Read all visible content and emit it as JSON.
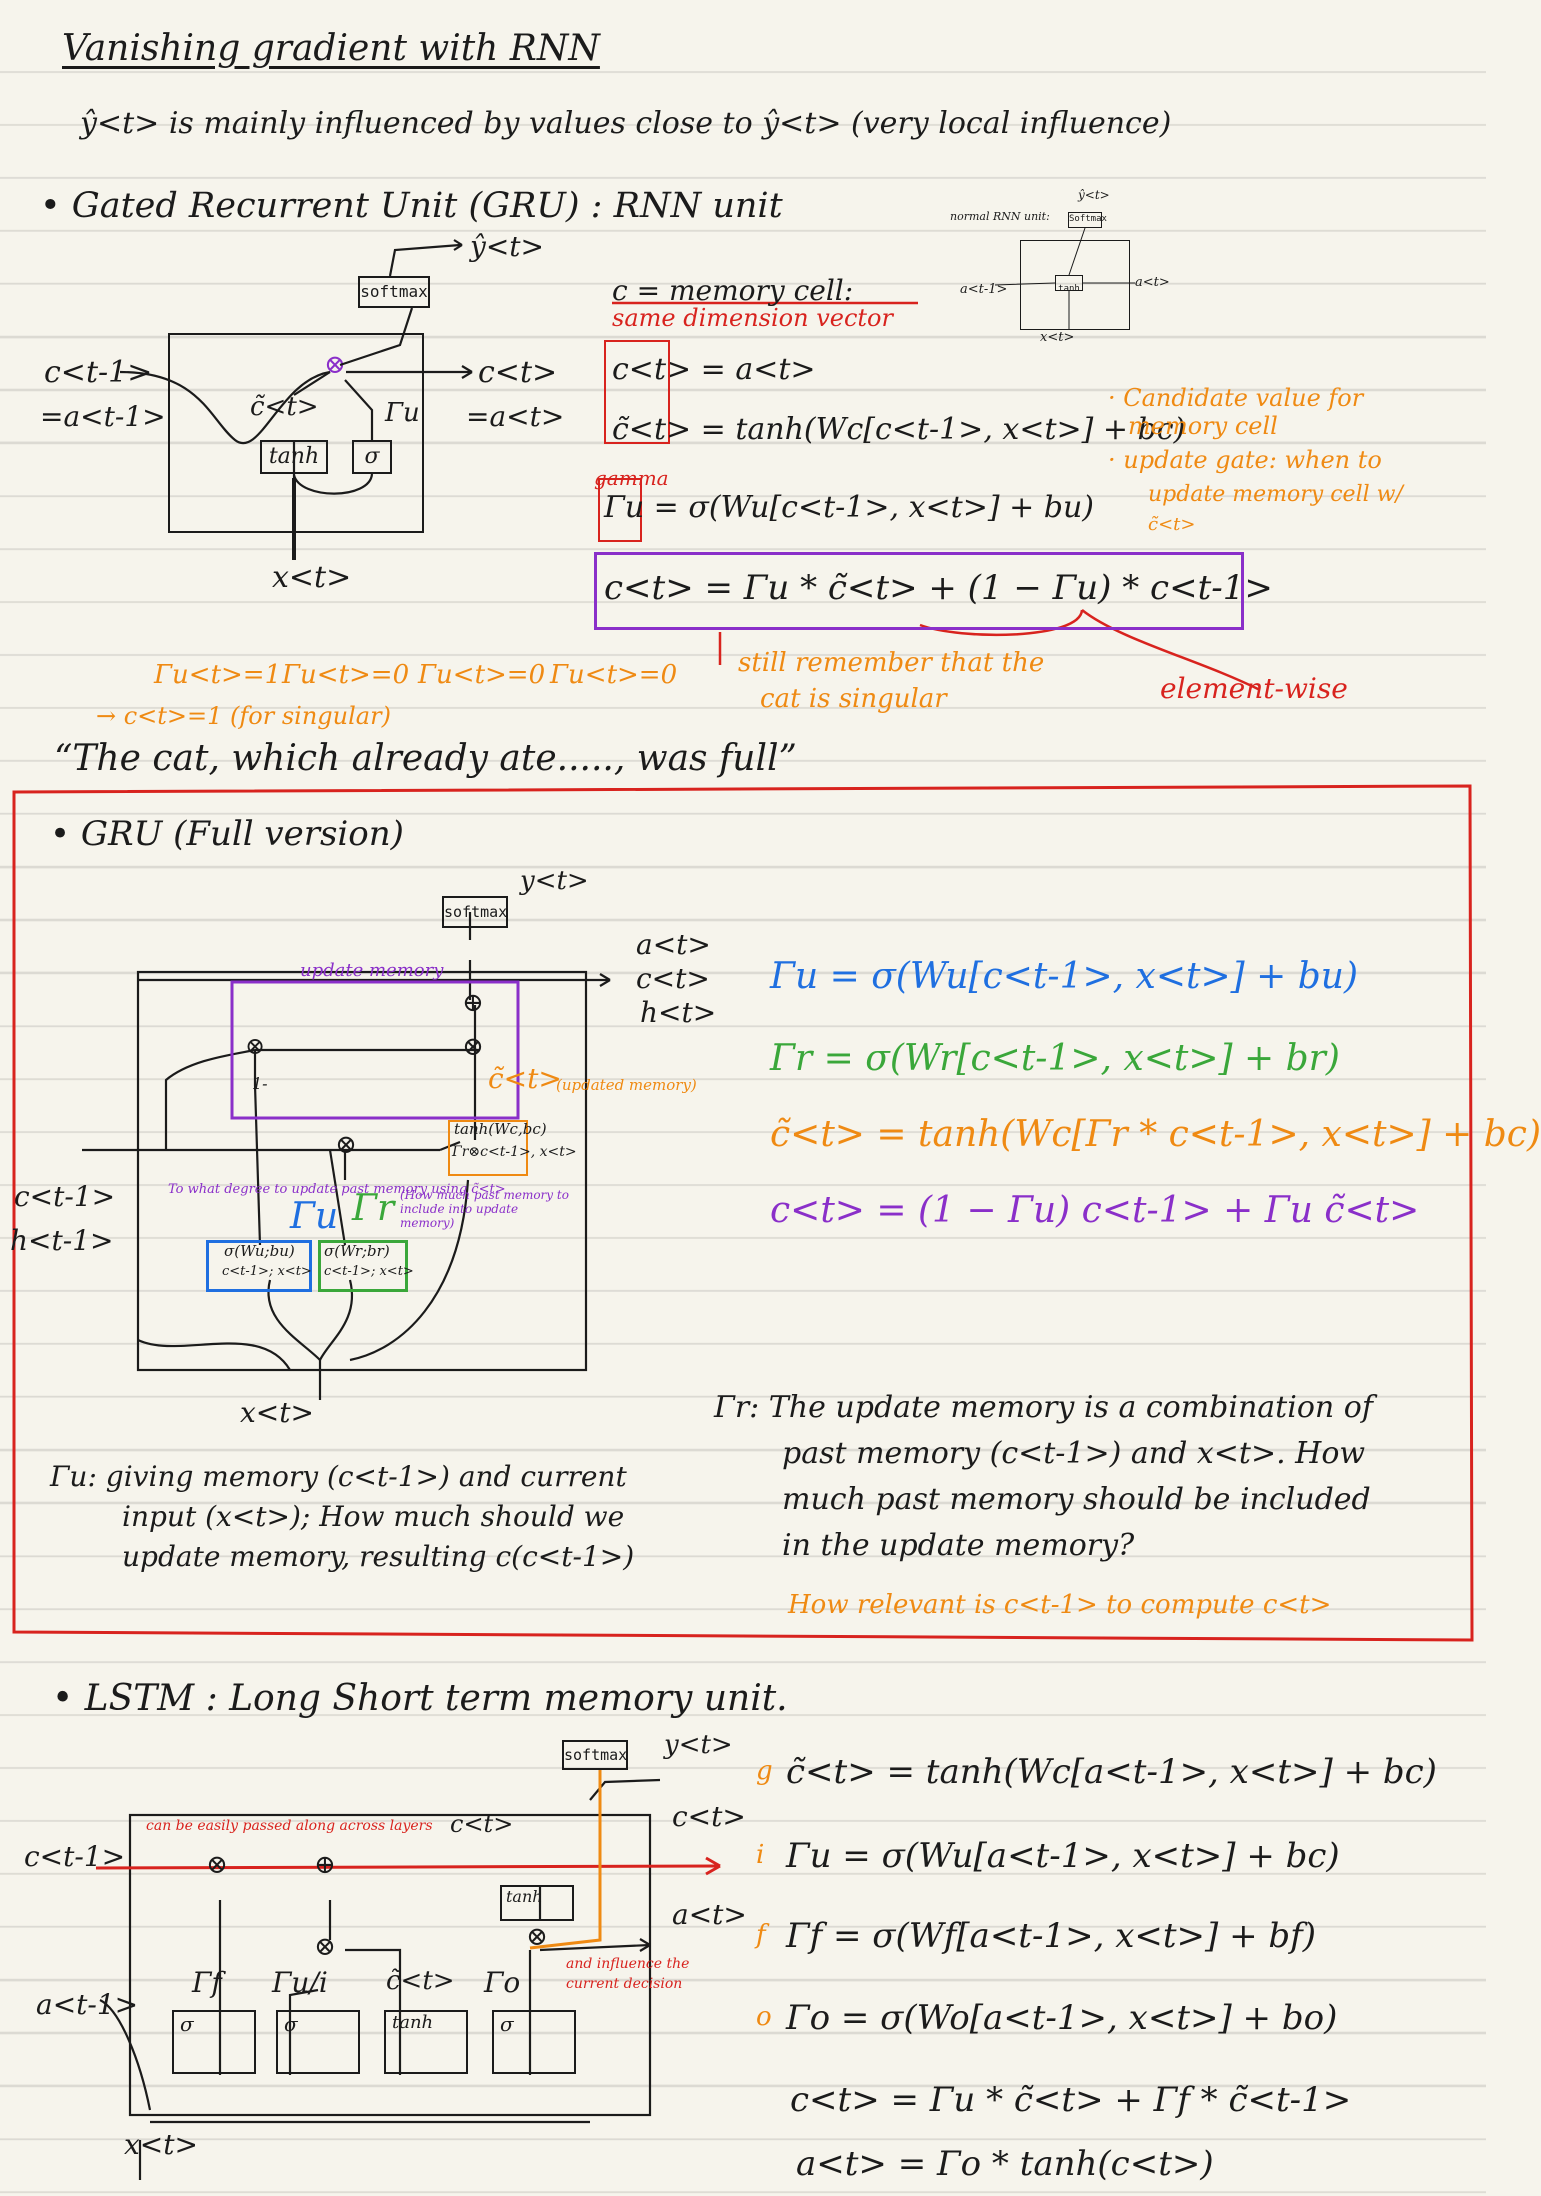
{
  "colors": {
    "ink": "#1b1b1b",
    "red": "#d8231e",
    "orange": "#ef8a13",
    "purple": "#8a2fc9",
    "blue": "#1f6fe0",
    "green": "#3aa73a",
    "paper": "#f6f4ec"
  },
  "title": "Vanishing gradient with RNN",
  "intro": "ŷ<t> is mainly influenced by values close to ŷ<t> (very local influence)",
  "gru": {
    "heading": "• Gated Recurrent Unit (GRU) : RNN unit",
    "diagram": {
      "softmax": "softmax",
      "y_out": "ŷ<t>",
      "c_prev": "c<t-1>",
      "a_prev": "=a<t-1>",
      "c_out": "c<t>",
      "a_out": "=a<t>",
      "c_tilde": "c̃<t>",
      "gamma_u": "Γu",
      "tanh": "tanh",
      "sigma": "σ",
      "x_in": "x<t>",
      "times": "⊗"
    },
    "normal_rnn": {
      "label": "normal RNN unit:",
      "softmax": "Softmax",
      "tanh": "tanh",
      "a_prev": "a<t-1>",
      "a_out": "a<t>",
      "x_in": "x<t>",
      "y_out": "ŷ<t>"
    },
    "memory_cell": "c = memory cell:",
    "same_dim": "same dimension vector",
    "eq1": "c<t> = a<t>",
    "eq2": "c̃<t> = tanh(Wc[c<t-1>, x<t>] + bc)",
    "gamma_label": "gamma",
    "eq3": "Γu = σ(Wu[c<t-1>, x<t>] + bu)",
    "eq4": "c<t> = Γu * c̃<t> + (1 − Γu) * c<t-1>",
    "note_candidate": "· Candidate value for",
    "note_candidate2": "memory cell",
    "note_update": "· update gate: when to",
    "note_update2": "update memory cell w/",
    "note_update3": "c̃<t>",
    "element_wise": "element-wise",
    "still_remember": "still remember that the",
    "cat_singular": "cat is singular",
    "gamma_values": [
      "Γu<t>=1",
      "Γu<t>=0",
      "Γu<t>=0",
      "Γu<t>=0"
    ],
    "c_singular": "→ c<t>=1 (for singular)",
    "sentence": "“The cat, which already ate....., was full”"
  },
  "gru_full": {
    "heading": "• GRU (Full version)",
    "softmax": "softmax",
    "y_out": "y<t>",
    "a_out": "a<t>",
    "c_out": "c<t>",
    "h_out": "h<t>",
    "update_memory": "update memory",
    "c_tilde": "c̃<t>",
    "updated_memory": "(updated memory)",
    "tanh_box": "tanh(Wc,bc)",
    "tanh_box2": "Γr⊗c<t-1>, x<t>",
    "degree_note": "To what degree to update past memory using c̃<t>",
    "gamma_u": "Γu",
    "gamma_r": "Γr",
    "how_much_note": "(How much past memory to include into update memory)",
    "sig_u": "σ(Wu;bu)",
    "sig_u2": "c<t-1>; x<t>",
    "sig_r": "σ(Wr;br)",
    "sig_r2": "c<t-1>; x<t>",
    "c_prev": "c<t-1>",
    "h_prev": "h<t-1>",
    "x_in": "x<t>",
    "one_minus": "1-",
    "eq_u": "Γu = σ(Wu[c<t-1>, x<t>] + bu)",
    "eq_r": "Γr = σ(Wr[c<t-1>, x<t>] + br)",
    "eq_ct": "c̃<t> = tanh(Wc[Γr * c<t-1>, x<t>] + bc)",
    "eq_c": "c<t> = (1 − Γu) c<t-1> + Γu c̃<t>",
    "gu_text": [
      "Γu: giving memory (c<t-1>) and current",
      "input (x<t>); How much should we",
      "update memory, resulting c(c<t-1>)"
    ],
    "gr_text": [
      "Γr: The update memory is a combination of",
      "past memory (c<t-1>) and x<t>. How",
      "much past memory should be included",
      "in the update memory?"
    ],
    "gr_orange": "How relevant is c<t-1> to compute c<t>"
  },
  "lstm": {
    "heading": "• LSTM : Long Short term memory unit.",
    "softmax": "softmax",
    "y_out": "y<t>",
    "c_prev": "c<t-1>",
    "c_mid": "c<t>",
    "c_out": "c<t>",
    "a_out": "a<t>",
    "a_prev": "a<t-1>",
    "x_in": "x<t>",
    "red_note": "can be easily passed along across layers",
    "orange_note": "and influence the",
    "orange_note2": "current decision",
    "gates": [
      "Γf",
      "Γu/i",
      "c̃<t>",
      "Γo"
    ],
    "boxes": [
      "σ",
      "σ",
      "tanh",
      "σ"
    ],
    "tanh": "tanh",
    "letters": [
      "g",
      "i",
      "f",
      "o"
    ],
    "eq_g": "c̃<t> = tanh(Wc[a<t-1>, x<t>] + bc)",
    "eq_i": "Γu = σ(Wu[a<t-1>, x<t>] + bc)",
    "eq_f": "Γf = σ(Wf[a<t-1>, x<t>] + bf)",
    "eq_o": "Γo = σ(Wo[a<t-1>, x<t>] + bo)",
    "eq_c": "c<t> = Γu * c̃<t> + Γf * c̃<t-1>",
    "eq_a": "a<t> = Γo * tanh(c<t>)"
  }
}
